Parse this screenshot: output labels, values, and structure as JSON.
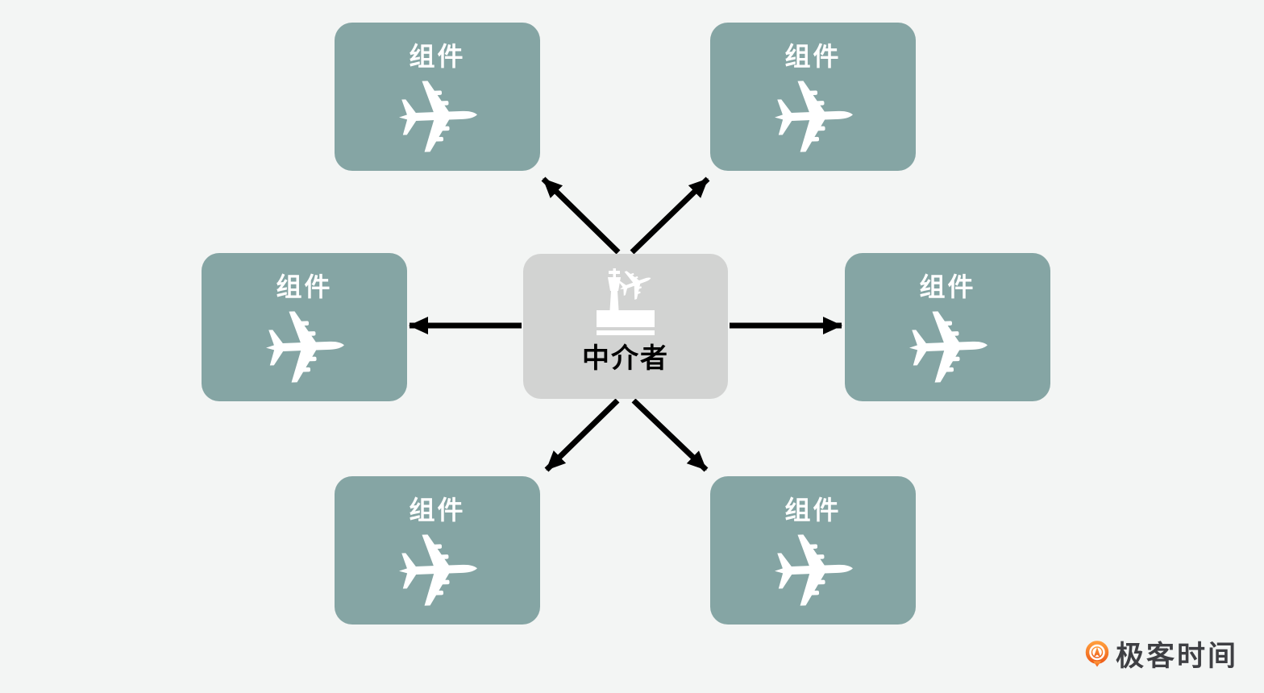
{
  "colors": {
    "background": "#f3f5f4",
    "component_box": "#85a5a4",
    "mediator_box": "#d2d3d2",
    "arrow": "#000000",
    "component_text": "#ffffff",
    "mediator_text": "#000000",
    "logo_orange": "#ee5f1b",
    "logo_orange_light": "#ff9d3c",
    "logo_text_color": "#3e3f43"
  },
  "mediator": {
    "label": "中介者",
    "icon": "airport-terminal-icon"
  },
  "components": [
    {
      "id": "top-left",
      "label": "组件",
      "icon": "airplane-icon"
    },
    {
      "id": "top-right",
      "label": "组件",
      "icon": "airplane-icon"
    },
    {
      "id": "middle-left",
      "label": "组件",
      "icon": "airplane-icon"
    },
    {
      "id": "middle-right",
      "label": "组件",
      "icon": "airplane-icon"
    },
    {
      "id": "bottom-left",
      "label": "组件",
      "icon": "airplane-icon"
    },
    {
      "id": "bottom-right",
      "label": "组件",
      "icon": "airplane-icon"
    }
  ],
  "arrows": [
    "center-to-top-left",
    "center-to-top-right",
    "center-to-middle-left",
    "center-to-middle-right",
    "center-to-bottom-left",
    "center-to-bottom-right"
  ],
  "branding": {
    "logo_text": "极客时间",
    "logo_icon": "geektime-logo-icon"
  }
}
